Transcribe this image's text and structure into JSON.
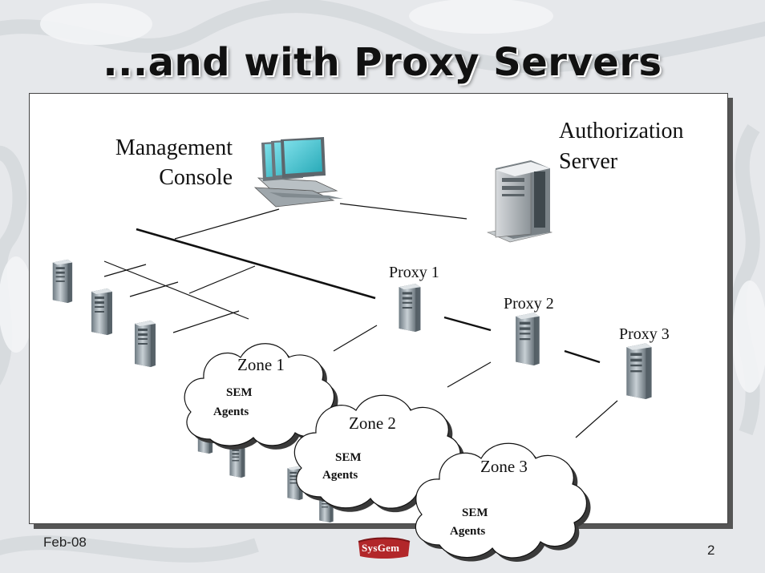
{
  "slide": {
    "title": "...and with Proxy Servers",
    "footer_date": "Feb-08",
    "page_number": "2",
    "logo_text": "SysGem"
  },
  "diagram": {
    "management_console": [
      "Management",
      "Console"
    ],
    "authorization_server": [
      "Authorization",
      "Server"
    ],
    "proxies": [
      "Proxy 1",
      "Proxy 2",
      "Proxy 3"
    ],
    "zones": [
      {
        "name": "Zone 1",
        "agents": [
          "SEM",
          "Agents"
        ]
      },
      {
        "name": "Zone 2",
        "agents": [
          "SEM",
          "Agents"
        ]
      },
      {
        "name": "Zone 3",
        "agents": [
          "SEM",
          "Agents"
        ]
      }
    ]
  },
  "colors": {
    "background": "#e9ebee",
    "panel": "#ffffff",
    "monitor_screen": "#3fb7c4",
    "server_body": "#9aa3a8",
    "logo": "#b2272a"
  },
  "icons": [
    "monitor-icon",
    "tower-server-icon",
    "cloud-icon"
  ]
}
